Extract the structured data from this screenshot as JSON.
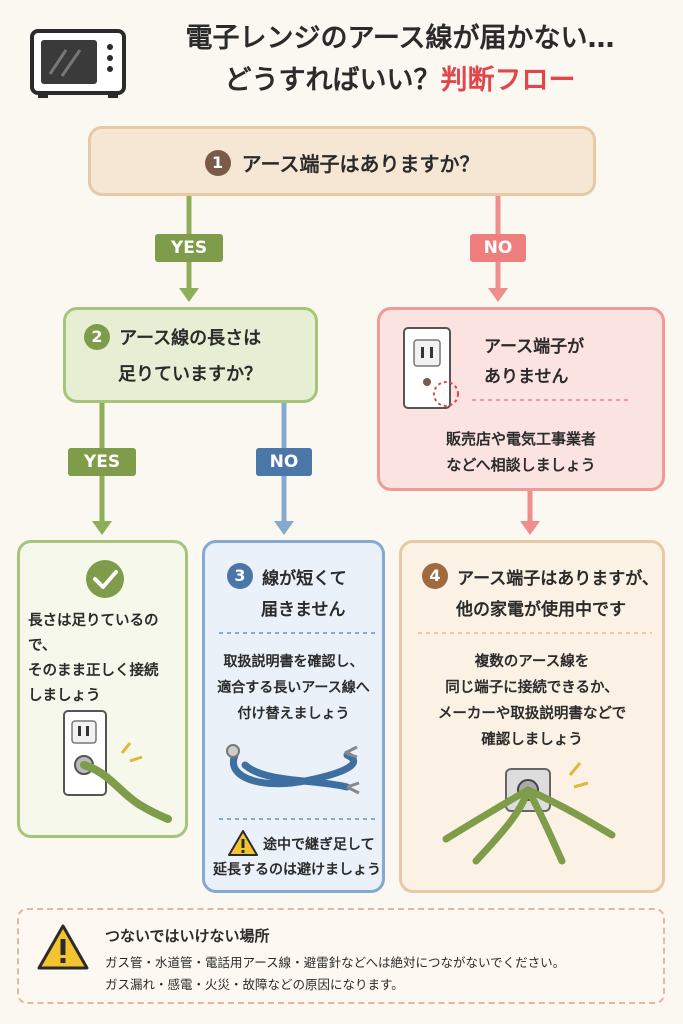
{
  "title": {
    "line1": "電子レンジのアース線が届かない…",
    "line2_main": "どうすればいい？",
    "line2_highlight": "判断フロー"
  },
  "question1": {
    "number": "1",
    "text": "アース端子はありますか？"
  },
  "question2": {
    "number": "2",
    "line1": "アース線の長さは",
    "line2": "足りていますか？"
  },
  "labels": {
    "yes": "YES",
    "no": "NO"
  },
  "no_terminal": {
    "heading_line1": "アース端子が",
    "heading_line2": "ありません",
    "body_line1": "販売店や電気工事業者",
    "body_line2": "などへ相談しましょう"
  },
  "enough": {
    "line1": "長さは足りているので、",
    "line2": "そのまま正しく接続",
    "line3": "しましょう"
  },
  "short": {
    "number": "3",
    "heading_line1": "線が短くて",
    "heading_line2": "届きません",
    "body_line1": "取扱説明書を確認し、",
    "body_line2": "適合する長いアース線へ",
    "body_line3": "付け替えましょう",
    "caution_line1": "途中で継ぎ足して",
    "caution_line2": "延長するのは避けましょう"
  },
  "in_use": {
    "number": "4",
    "heading_line1": "アース端子はありますが、",
    "heading_line2": "他の家電が使用中です",
    "body_line1": "複数のアース線を",
    "body_line2": "同じ端子に接続できるか、",
    "body_line3": "メーカーや取扱説明書などで",
    "body_line4": "確認しましょう"
  },
  "warning": {
    "heading": "つないではいけない場所",
    "line1": "ガス管・水道管・電話用アース線・避雷針などへは絶対につながないでください。",
    "line2": "ガス漏れ・感電・火災・故障などの原因になります。"
  },
  "colors": {
    "green": "#7e9c4a",
    "red": "#ef7f7f",
    "blue": "#4a76a8",
    "brown": "#7a5a48",
    "accent_title": "#e0474c"
  },
  "icons": [
    "microwave-icon",
    "check-icon",
    "outlet-icon",
    "warning-icon",
    "cable-icon"
  ]
}
